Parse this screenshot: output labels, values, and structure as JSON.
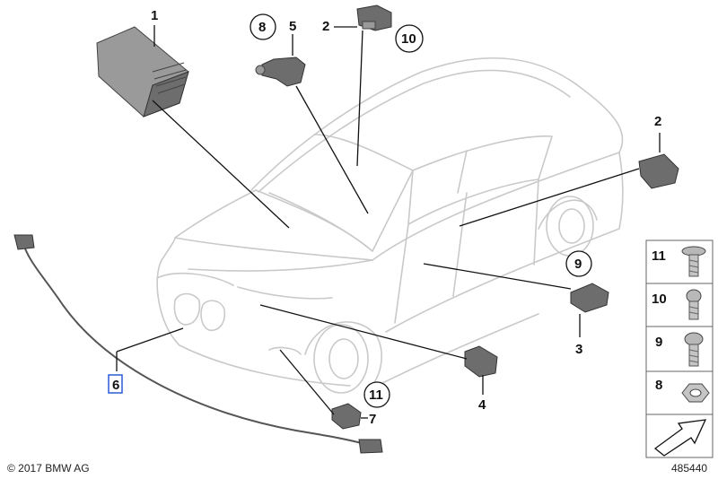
{
  "callouts": {
    "c1": "1",
    "c2_top": "2",
    "c2_right": "2",
    "c3": "3",
    "c4": "4",
    "c5": "5",
    "c6": "6",
    "c7": "7",
    "c8": "8",
    "c9": "9",
    "c10": "10",
    "c11": "11"
  },
  "legend": {
    "items": [
      {
        "number": "11",
        "icon": "flat-head-screw-icon"
      },
      {
        "number": "10",
        "icon": "torx-screw-icon"
      },
      {
        "number": "9",
        "icon": "short-bolt-icon"
      },
      {
        "number": "8",
        "icon": "hex-nut-icon"
      }
    ],
    "arrow_icon": "direction-arrow-icon"
  },
  "footer": {
    "copyright": "© 2017 BMW AG",
    "diagram_id": "485440"
  },
  "colors": {
    "car_outline": "#c9c9c9",
    "part_fill": "#6d6d6d",
    "highlight": "#2a5bd7"
  }
}
